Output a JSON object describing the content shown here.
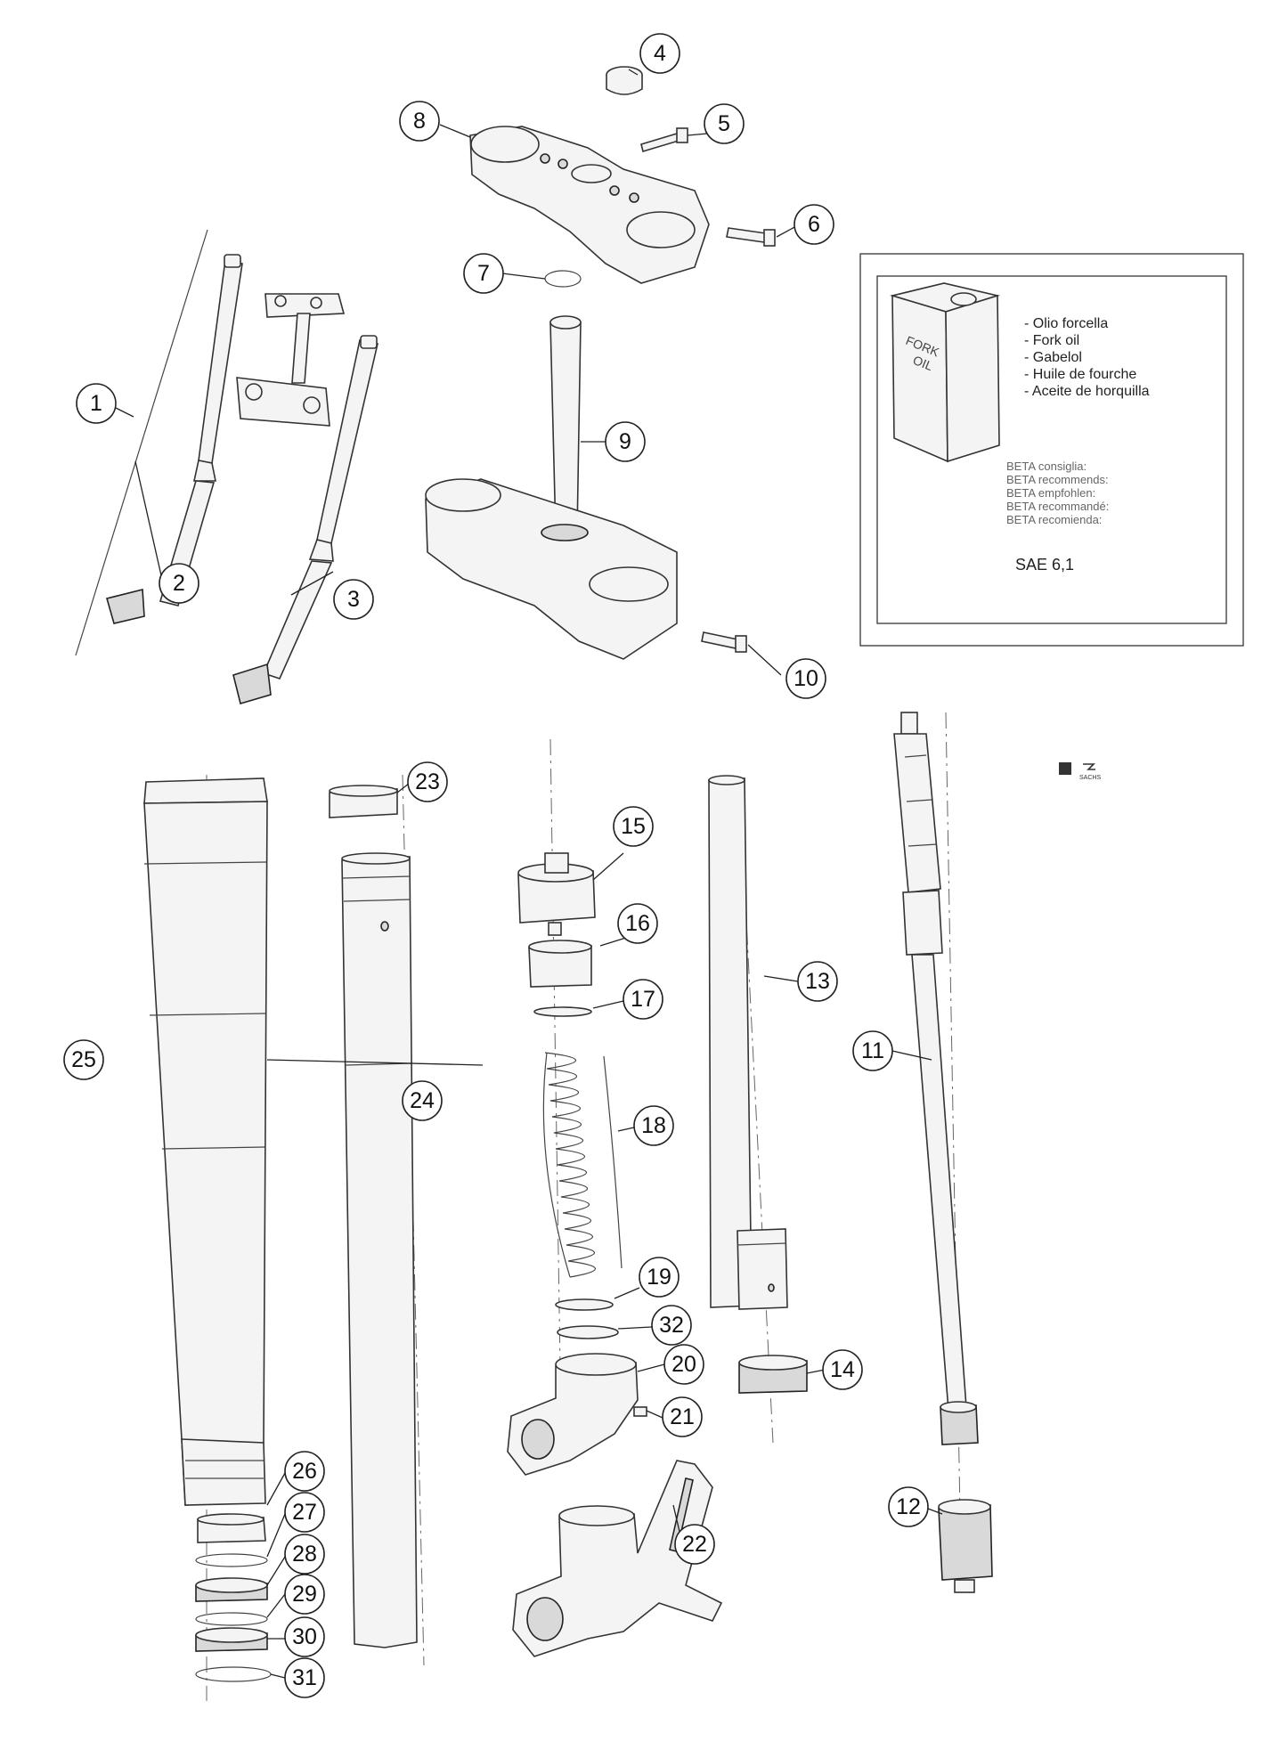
{
  "callouts": [
    "1",
    "2",
    "3",
    "4",
    "5",
    "6",
    "7",
    "8",
    "9",
    "10",
    "11",
    "12",
    "13",
    "14",
    "15",
    "16",
    "17",
    "18",
    "19",
    "20",
    "21",
    "22",
    "23",
    "24",
    "25",
    "26",
    "27",
    "28",
    "29",
    "30",
    "31",
    "32"
  ],
  "oil_box": {
    "can_label_1": "FORK",
    "can_label_2": "OIL",
    "names": [
      "- Olio forcella",
      "- Fork oil",
      "- Gabelol",
      "- Huile de fourche",
      "- Aceite de horquilla"
    ],
    "recommend": [
      "BETA consiglia:",
      "BETA recommends:",
      "BETA empfohlen:",
      "BETA recommandé:",
      "BETA recomienda:"
    ],
    "grade": "SAE 6,1"
  },
  "logo": {
    "brand_text": "SACHS"
  }
}
